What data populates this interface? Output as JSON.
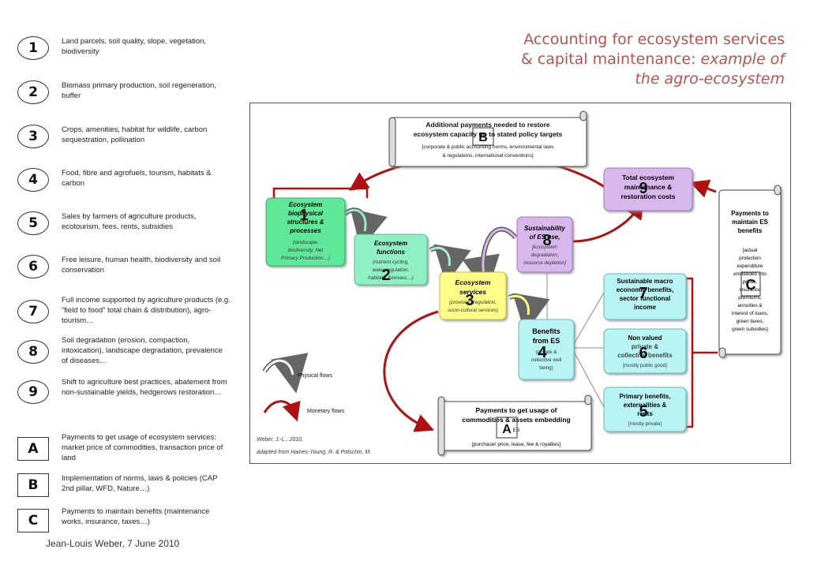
{
  "title": {
    "line1": "Accounting for ecosystem services",
    "line2_a": "& capital maintenance: ",
    "line2_b": "example of",
    "line3": "the agro-ecosystem"
  },
  "legend": [
    {
      "key": "1",
      "text": "Land parcels, soil quality, slope, vegetation, biodiversity"
    },
    {
      "key": "2",
      "text": "Biomass primary production, soil regeneration, buffer"
    },
    {
      "key": "3",
      "text": "Crops, amenities, habitat for wildlife, carbon sequestration, pollination"
    },
    {
      "key": "4",
      "text": "Food, fibre and agrofuels, tourism, habitats & carbon"
    },
    {
      "key": "5",
      "text": "Sales by farmers of agriculture products, ecotourism, fees, rents, subsidies"
    },
    {
      "key": "6",
      "text": "Free leisure, human health, biodiversity and soil conservation"
    },
    {
      "key": "7",
      "text": "Full income supported by agriculture products (e.g. “field to food” total chain & distribution), agro-tourism…"
    },
    {
      "key": "8",
      "text": "Soil degradation (erosion, compaction, intoxication), landscape degradation, prevalence of diseases…"
    },
    {
      "key": "9",
      "text": "Shift to agriculture best practices, abatement from non-sustainable yields, hedgerows restoration…"
    },
    {
      "key": "A",
      "text": "Payments to get usage of ecosystem services: market price of commodities, transaction price of land"
    },
    {
      "key": "B",
      "text": "Implementation of norms, laws & policies (CAP 2nd pillar, WFD, Nature…)"
    },
    {
      "key": "C",
      "text": "Payments to maintain benefits (maintenance works, insurance, taxes…)"
    }
  ],
  "footer": "Jean-Louis Weber, 7 June 2010",
  "diagram": {
    "scrollB_title1": "Additional payments needed to restore",
    "scrollB_title2": "ecosystem capacity up to stated policy targets",
    "scrollB_sub1": "[corporate & public accounting norms, environmental laws",
    "scrollB_sub2": "& regulations, international conventions]",
    "scrollB_key": "B",
    "box1": {
      "t1": "Ecosystem",
      "t2": "biophysical",
      "t3": "structures &",
      "t4": "processes",
      "s1": "(landscape,",
      "s2": "biodiversity, Net",
      "s3": "Primary Production…)",
      "key": "1"
    },
    "box2": {
      "t1": "Ecosystem",
      "t2": "functions",
      "s1": "(nutrient cycling,",
      "s2": "water regulation,",
      "s3": "habitats, biomass…)",
      "key": "2"
    },
    "box3": {
      "t1": "Ecosystem",
      "t2": "services",
      "s1": "(provision, regulation,",
      "s2": "socio-cultural services)",
      "key": "3"
    },
    "box4": {
      "t1": "Benefits",
      "t2": "from ES",
      "s1": "(private &",
      "s2": "collective well",
      "s3": "being)",
      "key": "4"
    },
    "box8": {
      "t1": "Sustainability",
      "t2": "of ES use,",
      "s1": "[ecosystem",
      "s2": "degradation,",
      "s3": "resource depletion]",
      "key": "8"
    },
    "box9": {
      "t1": "Total ecosystem",
      "t2": "maintenance &",
      "t3": "restoration costs",
      "key": "9"
    },
    "box7": {
      "t1": "Sustainable macro",
      "t2": "economic benefits,",
      "t3": "sector functional",
      "t4": "income",
      "key": "7"
    },
    "box6": {
      "t1": "Non valued",
      "t2": "private &",
      "t3": "collective benefits",
      "s1": "[mostly public good]",
      "key": "6"
    },
    "box5": {
      "t1": "Primary benefits,",
      "t2": "externalities &",
      "t3": "rents",
      "s1": "[mostly private]",
      "key": "5"
    },
    "scrollC": {
      "t1": "Payments to",
      "t2": "maintain ES",
      "t3": "benefits",
      "lines": [
        "[actual",
        "protection",
        "expenditure",
        "embedded into",
        "prices,",
        "insurance",
        "premiums,",
        "annuities &",
        "interest of loans,",
        "green taxes,",
        "green subsidies]"
      ],
      "key": "C"
    },
    "scrollA": {
      "t1": "Payments to get usage of",
      "t2": "commodities & assets embedding",
      "t3": "ES",
      "s1": "[purchaser price, lease, fee & royalties]",
      "key": "A"
    },
    "legend_physical": "Physical flows",
    "legend_monetary": "Monetary flows",
    "credit1": "Weber, J.-L., 2010,",
    "credit2": "adapted from Haines-Young, R. & Potschin, M."
  },
  "colors": {
    "title": "#c0504d",
    "monetary_arrow": "#b01010",
    "box1": "#5fe89a",
    "box2": "#8ff0c4",
    "box3": "#ffff88",
    "box4": "#b8f4f4",
    "box8": "#d8b8ec",
    "box9": "#d8b8ec",
    "benefit_boxes": "#b8f4f4"
  }
}
